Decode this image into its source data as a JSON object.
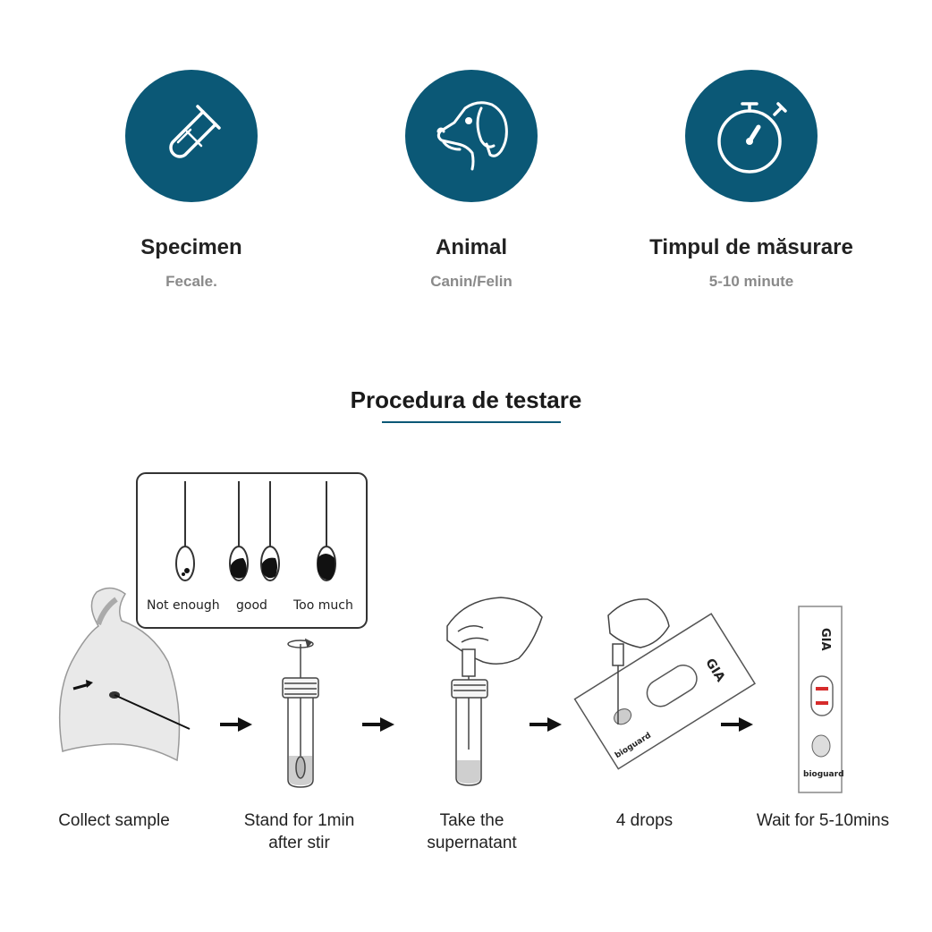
{
  "features": [
    {
      "title": "Specimen",
      "subtitle": "Fecale.",
      "icon": "test-tube-icon"
    },
    {
      "title": "Animal",
      "subtitle": "Canin/Felin",
      "icon": "dog-head-icon"
    },
    {
      "title": "Timpul de măsurare",
      "subtitle": "5-10 minute",
      "icon": "stopwatch-icon"
    }
  ],
  "procedure": {
    "title": "Procedura de testare",
    "inset_labels": [
      "Not enough",
      "good",
      "Too much"
    ],
    "steps": [
      {
        "line1": "Collect sample",
        "line2": ""
      },
      {
        "line1": "Stand for 1min",
        "line2": "after stir"
      },
      {
        "line1": "Take the",
        "line2": "supernatant"
      },
      {
        "line1": "4 drops",
        "line2": ""
      },
      {
        "line1": "Wait for 5-10mins",
        "line2": ""
      }
    ],
    "strip_name": "GIA",
    "brand": "bioguard"
  },
  "colors": {
    "accent": "#0b5876",
    "control_line": "#d62b2b"
  }
}
